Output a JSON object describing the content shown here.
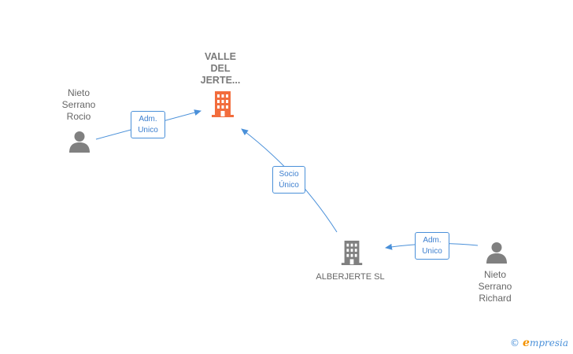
{
  "nodes": {
    "valle": {
      "label": "VALLE\nDEL\nJERTE...",
      "type": "company-main"
    },
    "alberjerte": {
      "label": "ALBERJERTE SL",
      "type": "company"
    },
    "rocio": {
      "label": "Nieto\nSerrano\nRocio",
      "type": "person"
    },
    "richard": {
      "label": "Nieto\nSerrano\nRichard",
      "type": "person"
    }
  },
  "edges": [
    {
      "from": "rocio",
      "to": "valle",
      "label": "Adm.\nUnico"
    },
    {
      "from": "alberjerte",
      "to": "valle",
      "label": "Socio\nÚnico"
    },
    {
      "from": "richard",
      "to": "alberjerte",
      "label": "Adm.\nUnico"
    }
  ],
  "colors": {
    "main_company": "#f26d3d",
    "company": "#808080",
    "person": "#808080",
    "edge": "#4a90d9"
  },
  "icons": {
    "valle": "building-icon",
    "alberjerte": "building-icon",
    "rocio": "person-icon",
    "richard": "person-icon"
  },
  "brand": {
    "copyright": "©",
    "name_first": "e",
    "name_rest": "mpresia"
  }
}
